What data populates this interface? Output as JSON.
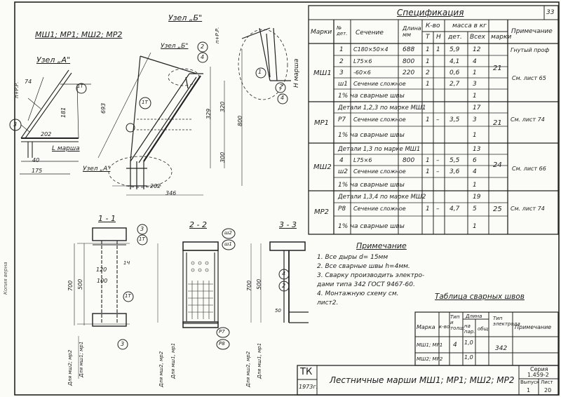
{
  "sheet_number": "33",
  "drawing": {
    "marks_header": "МШ1; МР1; МШ2; МР2",
    "node_a_title": "Узел „А\"",
    "node_b_title": "Узел „Б\"",
    "node_b_title2": "Узел „Б\"",
    "node_a_ref": "Узел „А\"",
    "l_marsha": "L марша",
    "n_marsha": "Н марша",
    "labels": {
      "d74": "74",
      "d181": "181",
      "d202": "202",
      "d40": "40",
      "d175": "175",
      "d693": "693",
      "d329": "329",
      "d320": "320",
      "d800": "800",
      "d300": "300",
      "d346": "346",
      "d202b": "202",
      "d4": "4",
      "d3": "3",
      "d1": "1",
      "d2": "2",
      "d1t": "1Т",
      "d1t2": "1Т",
      "npr_a": "п+Р.Р.",
      "npr_b": "п+Р.Р."
    },
    "section_titles": [
      "1 - 1",
      "2 - 2",
      "3 - 3"
    ],
    "sec1": {
      "d700": "700",
      "d500": "500",
      "d120": "120",
      "d100": "100",
      "mark1": "3",
      "mark2": "1Т",
      "mark3": "1Т",
      "mark4": "3",
      "mark5": "1Ч",
      "side1": "Для мш2; мр2",
      "side2": "Для мш1; мр1"
    },
    "sec2": {
      "w2": "ш2",
      "w1": "ш1",
      "p7": "Р7",
      "p8": "Р8",
      "side1": "Для мш2, мр2",
      "side2": "Для мш1, мр1"
    },
    "sec3": {
      "d700": "700",
      "d500": "500",
      "d50": "50",
      "m4": "4",
      "m2": "2",
      "side1": "Для мш2, мр2",
      "side2": "Для мш1, мр1"
    }
  },
  "spec": {
    "title": "Спецификация",
    "headers": {
      "marka": "Марки",
      "no": "№ дет.",
      "section": "Сечение",
      "length": "Длина мм",
      "kvo": "К-во",
      "t": "Т",
      "n": "Н",
      "mass": "масса в кг",
      "det": "дет.",
      "all": "Всех",
      "marki": "марки",
      "note": "Примечание"
    },
    "groups": [
      {
        "mark": "МШ1",
        "total": "21",
        "rows": [
          {
            "no": "1",
            "section": "С180×50×4",
            "len": "688",
            "t": "1",
            "n": "1",
            "det": "5,9",
            "all": "12",
            "note": "Гнутый проф"
          },
          {
            "no": "2",
            "section": "L75×6",
            "len": "800",
            "t": "1",
            "n": "",
            "det": "4,1",
            "all": "4",
            "note": ""
          },
          {
            "no": "3",
            "section": "-60×6",
            "len": "220",
            "t": "2",
            "n": "",
            "det": "0,6",
            "all": "1",
            "note": ""
          },
          {
            "no": "ш1",
            "section": "Сечение сложное",
            "len": "",
            "t": "1",
            "n": "",
            "det": "2,7",
            "all": "3",
            "note": "См. лист 65"
          },
          {
            "no": "",
            "section": "1% на сварные швы",
            "len": "",
            "t": "",
            "n": "",
            "det": "",
            "all": "1",
            "note": ""
          }
        ]
      },
      {
        "mark": "МР1",
        "total": "21",
        "rows": [
          {
            "no": "",
            "section": "Детали 1,2,3 по марке МШ1",
            "len": "",
            "t": "",
            "n": "",
            "det": "",
            "all": "17",
            "note": ""
          },
          {
            "no": "Р7",
            "section": "Сечение сложное",
            "len": "",
            "t": "1",
            "n": "–",
            "det": "3,5",
            "all": "3",
            "note": "См. лист 74"
          },
          {
            "no": "",
            "section": "1% на сварные швы",
            "len": "",
            "t": "",
            "n": "",
            "det": "",
            "all": "1",
            "note": ""
          }
        ]
      },
      {
        "mark": "МШ2",
        "total": "24",
        "rows": [
          {
            "no": "",
            "section": "Детали 1,3 по марке МШ1",
            "len": "",
            "t": "",
            "n": "",
            "det": "",
            "all": "13",
            "note": ""
          },
          {
            "no": "4",
            "section": "L75×6",
            "len": "800",
            "t": "1",
            "n": "–",
            "det": "5,5",
            "all": "6",
            "note": ""
          },
          {
            "no": "ш2",
            "section": "Сечение сложное",
            "len": "",
            "t": "1",
            "n": "–",
            "det": "3,6",
            "all": "4",
            "note": "См. лист 66"
          },
          {
            "no": "",
            "section": "1% на сварные швы",
            "len": "",
            "t": "",
            "n": "",
            "det": "",
            "all": "1",
            "note": ""
          }
        ]
      },
      {
        "mark": "МР2",
        "total": "25",
        "rows": [
          {
            "no": "",
            "section": "Детали 1,3,4 по марке МШ2",
            "len": "",
            "t": "",
            "n": "",
            "det": "",
            "all": "19",
            "note": ""
          },
          {
            "no": "Р8",
            "section": "Сечение сложное",
            "len": "",
            "t": "1",
            "n": "–",
            "det": "4,7",
            "all": "5",
            "note": "См. лист 74"
          },
          {
            "no": "",
            "section": "1% на сварные швы",
            "len": "",
            "t": "",
            "n": "",
            "det": "",
            "all": "1",
            "note": ""
          }
        ]
      }
    ]
  },
  "notes": {
    "title": "Примечание",
    "items": [
      "1. Все дыры  d= 15мм",
      "2. Все сварные швы h=4мм.",
      "3. Сварку производить электро-",
      "    дами типа 342 ГОСТ 9467-60.",
      "4. Монтажную схему см.",
      "    лист2."
    ]
  },
  "weld_table": {
    "title": "Таблица сварных швов",
    "headers": {
      "marka": "Марка",
      "kvo": "к-во",
      "tip": "Тип и толщ.",
      "dlina": "Длина",
      "na_par": "на пар.",
      "obsh": "общ.",
      "elektrod": "Тип электрода",
      "note": "Примечание"
    },
    "rows": [
      {
        "marka": "МШ1; МР1",
        "tip": "4",
        "na_par": "1,0",
        "electrode": "342"
      },
      {
        "marka": "МШ2; МР2",
        "tip": "",
        "na_par": "1,0",
        "electrode": ""
      }
    ]
  },
  "title_block": {
    "org": "ТК",
    "year": "1973г.",
    "title": "Лестничные марши МШ1; МР1; МШ2; МР2",
    "series_label": "Серия",
    "series": "1.459-2",
    "issue_label": "Выпуск",
    "sheet_label": "Лист",
    "issue": "1",
    "sheet": "20"
  },
  "left_margin_text": "Копия верна"
}
